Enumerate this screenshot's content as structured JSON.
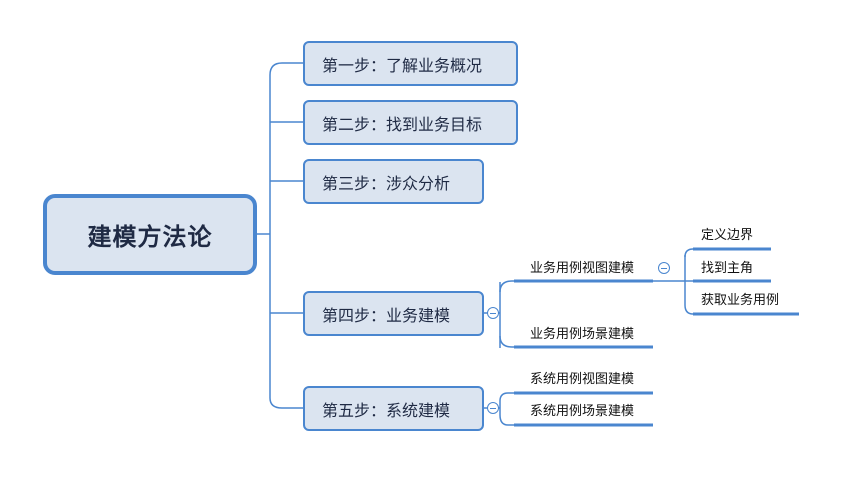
{
  "root": {
    "label": "建模方法论"
  },
  "steps": [
    {
      "label": "第一步：了解业务概况"
    },
    {
      "label": "第二步：找到业务目标"
    },
    {
      "label": "第三步：涉众分析"
    },
    {
      "label": "第四步：业务建模",
      "children": [
        {
          "label": "业务用例视图建模",
          "children": [
            {
              "label": "定义边界"
            },
            {
              "label": "找到主角"
            },
            {
              "label": "获取业务用例"
            }
          ]
        },
        {
          "label": "业务用例场景建模"
        }
      ]
    },
    {
      "label": "第五步：系统建模",
      "children": [
        {
          "label": "系统用例视图建模"
        },
        {
          "label": "系统用例场景建模"
        }
      ]
    }
  ],
  "colors": {
    "node_fill": "#dbe4f0",
    "node_border": "#4a86cf",
    "connector": "#4a86cf"
  }
}
